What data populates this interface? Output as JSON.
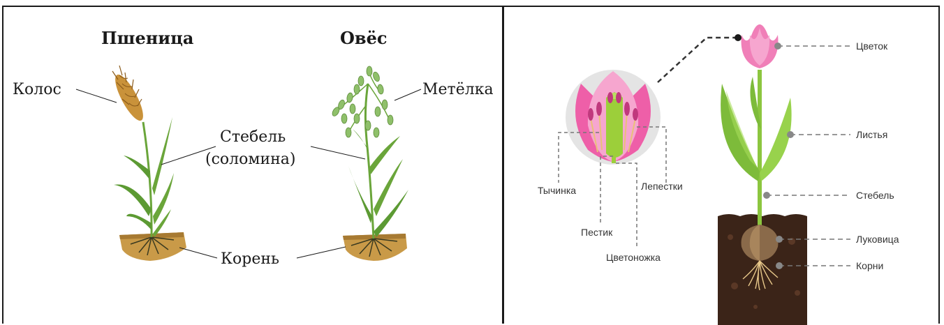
{
  "left_panel": {
    "wheat_title": "Пшеница",
    "oat_title": "Овёс",
    "label_ear": "Колос",
    "label_panicle": "Метёлка",
    "label_stem": "Стебель",
    "label_straw": "(соломина)",
    "label_root": "Корень"
  },
  "right_panel": {
    "label_flower": "Цветок",
    "label_leaves": "Листья",
    "label_stem": "Стебель",
    "label_bulb": "Луковица",
    "label_roots": "Корни",
    "label_stamen": "Тычинка",
    "label_petals": "Лепестки",
    "label_pistil": "Пестик",
    "label_pedicel": "Цветоножка"
  },
  "colors": {
    "border": "#1a1a1a",
    "plant_green": "#6aa53a",
    "grain_gold": "#c9923a",
    "soil": "#c79a4a",
    "tulip_pink": "#f07fb8",
    "dark_soil": "#3b2418",
    "leaf_green": "#8cc63f",
    "dash_gray": "#666666"
  }
}
